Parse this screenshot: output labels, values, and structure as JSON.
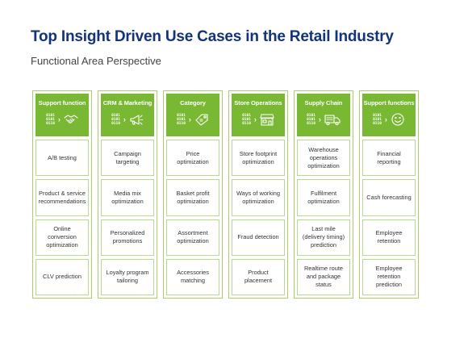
{
  "title": "Top Insight Driven Use Cases in the Retail Industry",
  "subtitle": "Functional Area Perspective",
  "digits_text": "0101\n0101\n0110",
  "columns": [
    {
      "header": "Support function",
      "icon": "handshake-icon",
      "cells": [
        "A/B testing",
        "Product & service recommendations",
        "Online conversion optimization",
        "CLV prediction"
      ]
    },
    {
      "header": "CRM & Marketing",
      "icon": "megaphone-icon",
      "cells": [
        "Campaign targeting",
        "Media mix optimization",
        "Personalized promotions",
        "Loyalty program tailoring"
      ]
    },
    {
      "header": "Category",
      "icon": "price-tag-icon",
      "cells": [
        "Price optimization",
        "Basket profit optimization",
        "Assortment optimization",
        "Accessories matching"
      ]
    },
    {
      "header": "Store Operations",
      "icon": "store-icon",
      "cells": [
        "Store footprint optimization",
        "Ways of working optimization",
        "Fraud detection",
        "Product placement"
      ]
    },
    {
      "header": "Supply Chain",
      "icon": "truck-icon",
      "cells": [
        "Warehouse operations optimization",
        "Fulfilment optimization",
        "Last mile (delivery timing) prediction",
        "Realtime route and package status"
      ]
    },
    {
      "header": "Support functions",
      "icon": "smiley-icon",
      "cells": [
        "Financial reporting",
        "Cash forecasting",
        "Employee retention",
        "Employee retention prediction"
      ]
    }
  ]
}
